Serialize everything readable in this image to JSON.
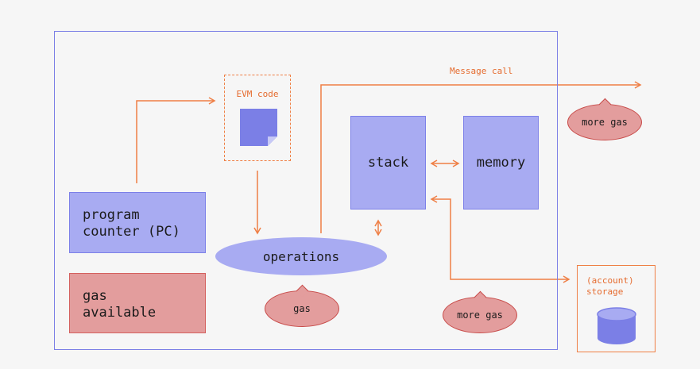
{
  "diagram": {
    "program_counter": {
      "line1": "program",
      "line2": "counter (PC)"
    },
    "gas_available": {
      "line1": "gas",
      "line2": "available"
    },
    "evm_code": {
      "label": "EVM code"
    },
    "operations": {
      "label": "operations"
    },
    "stack": {
      "label": "stack"
    },
    "memory": {
      "label": "memory"
    },
    "message_call": {
      "label": "Message call"
    },
    "bubbles": {
      "more_gas_top": "more gas",
      "gas": "gas",
      "more_gas_bottom": "more gas"
    },
    "storage": {
      "line1": "(account)",
      "line2": "storage"
    }
  },
  "colors": {
    "frame": "#7b7fe6",
    "blue_fill": "#a8abf2",
    "red_fill": "#e39d9d",
    "accent_orange": "#ef7f45",
    "doc_fill": "#7b7fe6"
  },
  "icons": {
    "evm_code": "document-icon",
    "storage": "database-icon"
  }
}
